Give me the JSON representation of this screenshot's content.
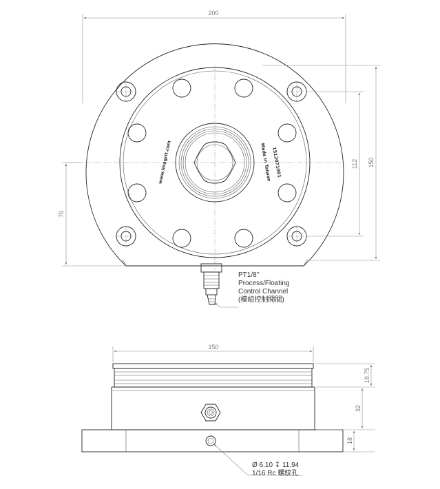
{
  "top_view": {
    "dim_overall_width": "200",
    "dim_height_right": "150",
    "dim_hole_spacing": "112",
    "dim_left_height": "76",
    "engrave_brand": "www.imagrit.com",
    "engrave_origin": "Made in Taiwan",
    "engrave_serial": "1512071001",
    "fitting_note": {
      "line1": "PT1/8\"",
      "line2": "Process/Floating",
      "line3": "Control Channel",
      "line4": "(模組控制開關)"
    }
  },
  "side_view": {
    "dim_top_width": "150",
    "dim_flange_height": "18.75",
    "dim_body_height": "32",
    "dim_base_height": "18",
    "hole_note": {
      "line1": "Ø 6.10 ↧ 11.94",
      "line2": "1/16 Rc 螺紋孔"
    }
  }
}
